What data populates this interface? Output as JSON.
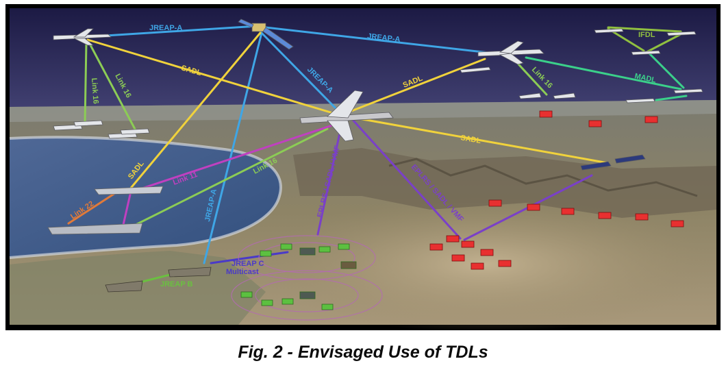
{
  "caption": "Fig. 2 - Envisaged Use of TDLs",
  "links": {
    "jreap_a_1": "JREAP-A",
    "jreap_a_2": "JREAP-A",
    "jreap_a_3": "JREAP-A",
    "jreap_a_4": "JREAP-A",
    "sadl_1": "SADL",
    "sadl_2": "SADL",
    "sadl_3": "SADL",
    "sadl_4": "SADL",
    "link16_1": "Link 16",
    "link16_2": "Link 16",
    "link16_3": "Link 16",
    "link16_4": "Link 16",
    "link11": "Link 11",
    "link22": "Link 22",
    "ifdl": "IFDL",
    "madl": "MADL",
    "eplrs_1": "EPLRS / SADL / VMF",
    "eplrs_2": "EPLRS / SADL / VMF",
    "jreap_b": "JREAP B",
    "jreap_c_1": "JREAP C",
    "jreap_c_2": "Multicast"
  },
  "colors": {
    "jreap": "#3fa6e6",
    "sadl": "#f0d23c",
    "link16": "#8ccc55",
    "link11": "#c040c0",
    "link22": "#e07a3a",
    "madl": "#3bd08a",
    "eplrs": "#7a40c8",
    "ifdl": "#90c040",
    "hostile": "#e83030",
    "friendly": "#5cc040"
  }
}
